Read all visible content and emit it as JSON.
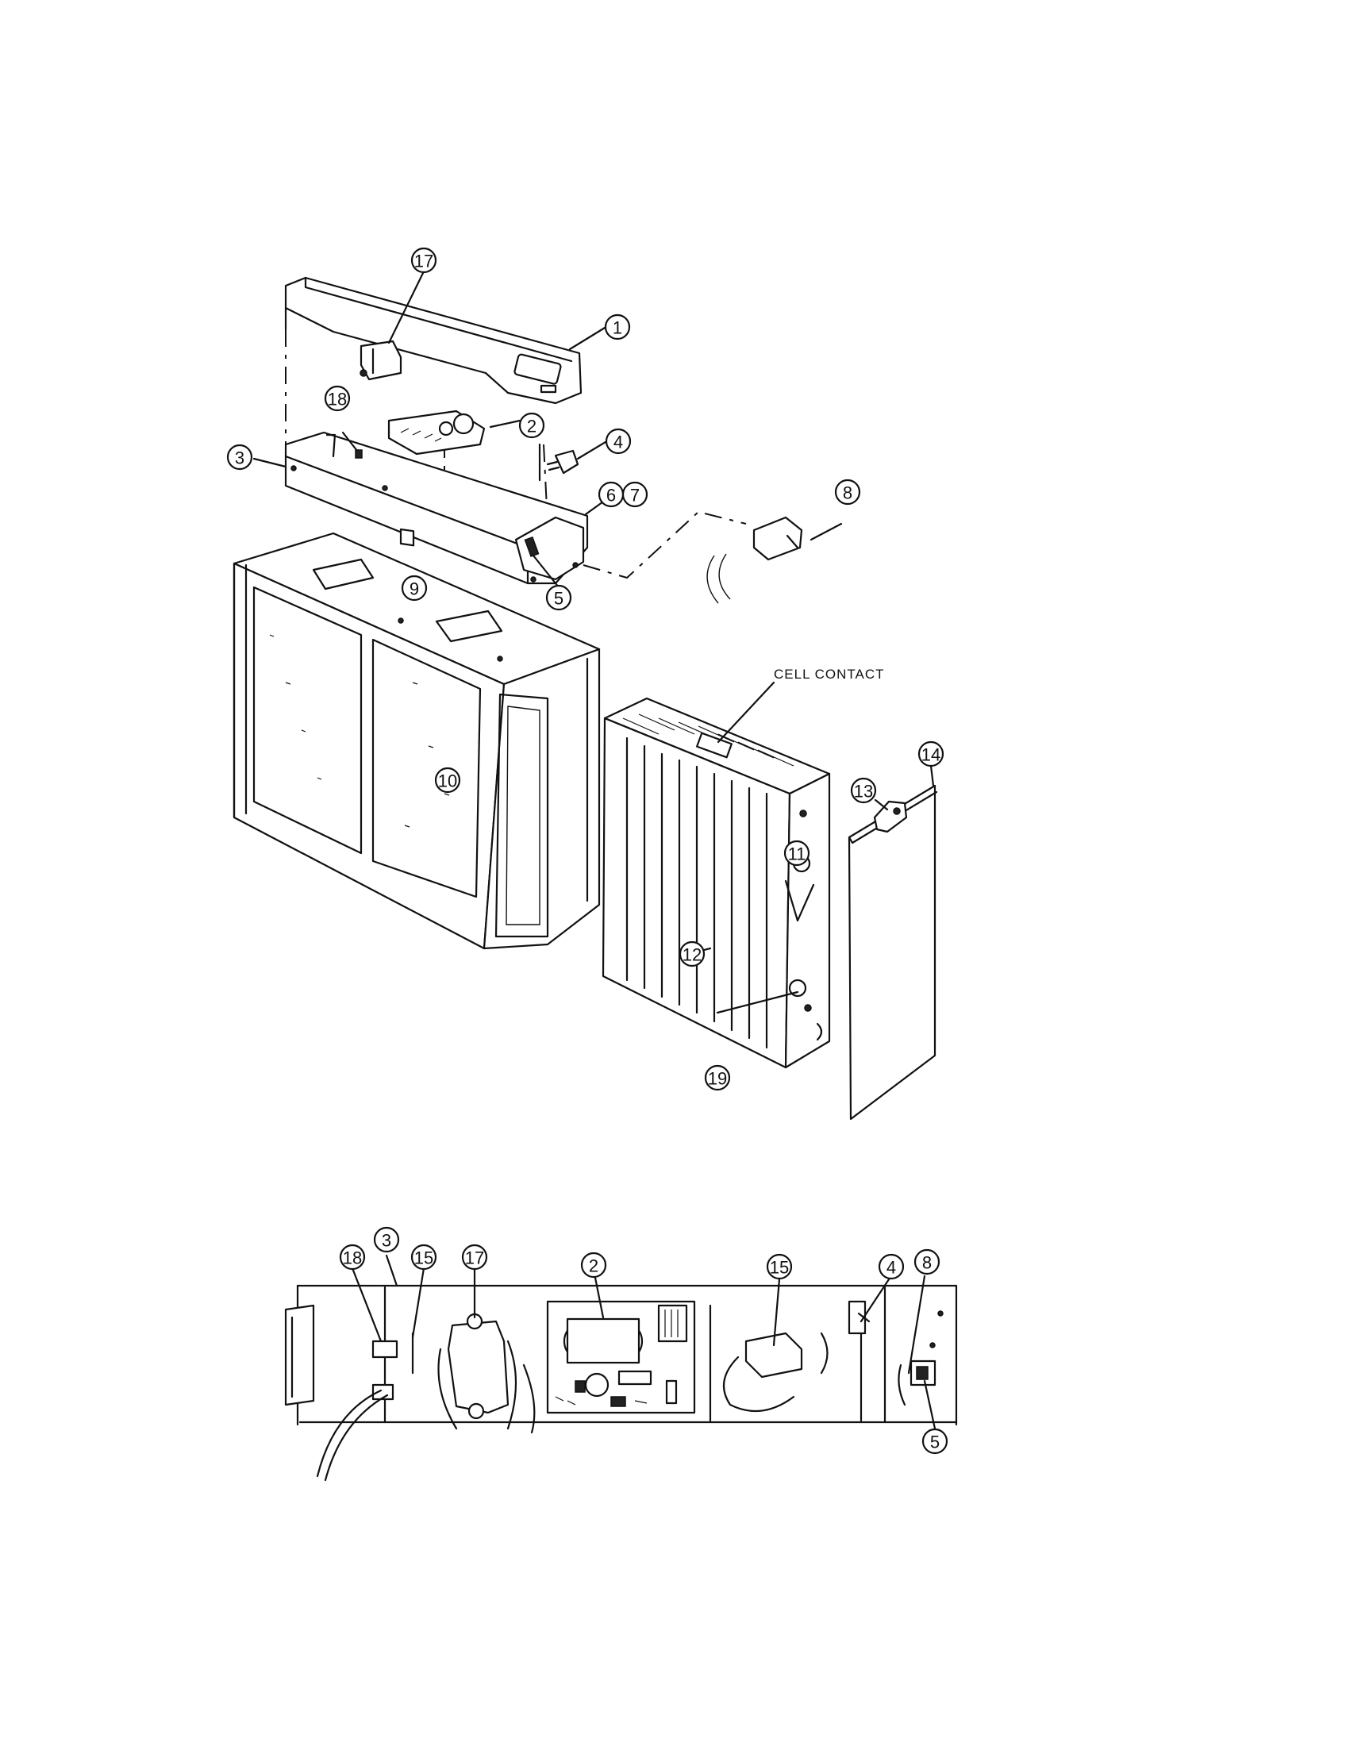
{
  "callouts": {
    "c1": "1",
    "c2": "2",
    "c3": "3",
    "c4": "4",
    "c5": "5",
    "c6": "6",
    "c7": "7",
    "c8": "8",
    "c9": "9",
    "c10": "10",
    "c11": "11",
    "c12": "12",
    "c13": "13",
    "c14": "14",
    "c17": "17",
    "c18": "18",
    "c19": "19",
    "b18": "18",
    "b3": "3",
    "b15a": "15",
    "b17": "17",
    "b2": "2",
    "b15b": "15",
    "b4": "4",
    "b8": "8",
    "b5": "5"
  },
  "labels": {
    "cell_contact": "CELL CONTACT"
  }
}
